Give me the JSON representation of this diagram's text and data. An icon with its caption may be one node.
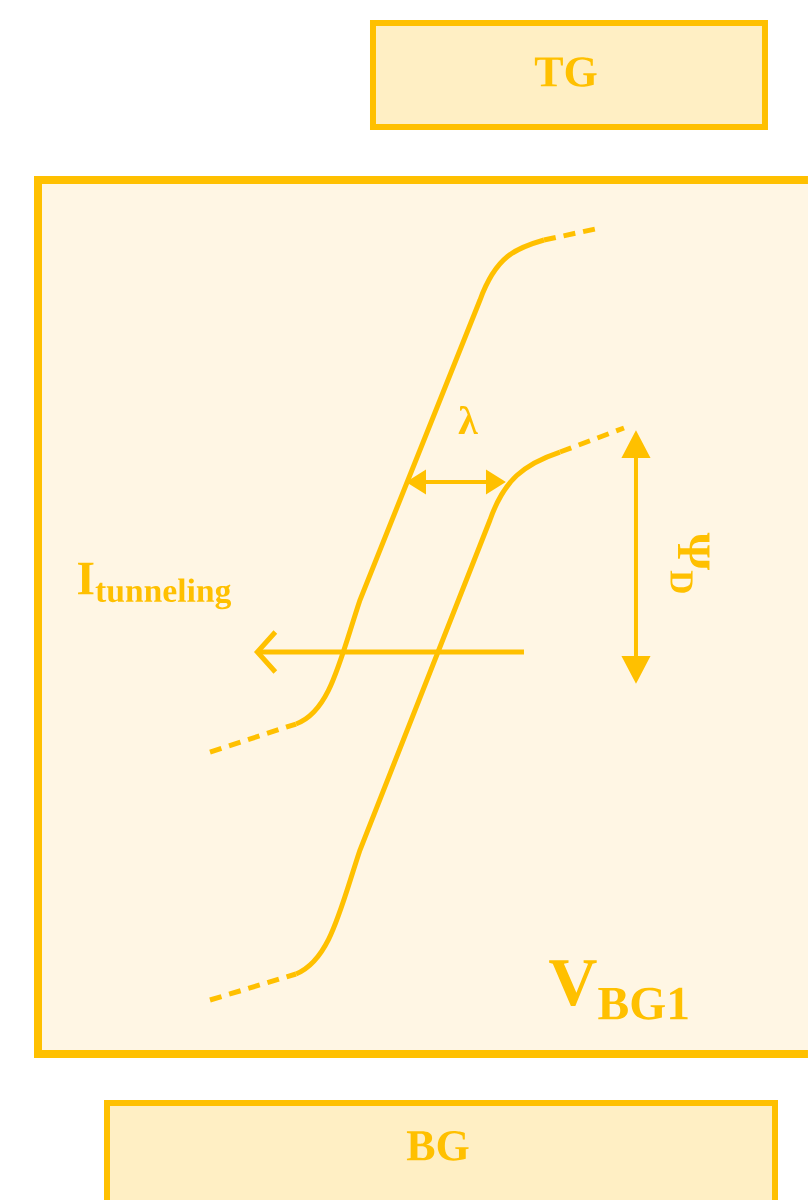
{
  "diagram": {
    "nodes": [
      {
        "text": [
          "TG"
        ]
      },
      {
        "text": [],
        "shape": "box"
      },
      {
        "text": [
          "BG"
        ]
      }
    ],
    "labels": [
      "λ",
      "\\mathbf{I}_{\\mathbf{tunneling}}",
      "\\mbox{Ψ}_{\\mathbf{D}}",
      "\\mathbf{V}_{\\mathbf{BG1}}"
    ]
  }
}
